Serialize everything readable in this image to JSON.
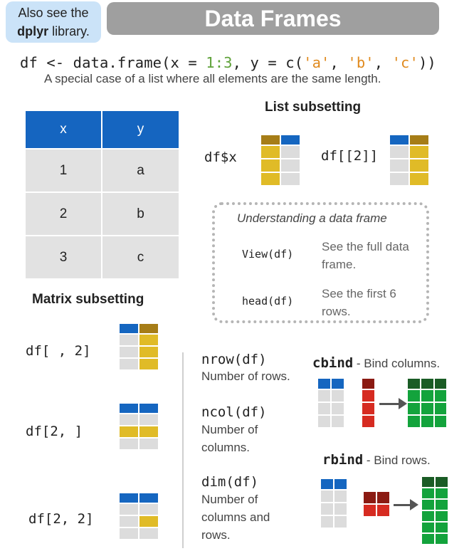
{
  "header": {
    "also_line1": "Also see the",
    "also_bold": "dplyr",
    "also_rest": " library.",
    "title": "Data Frames"
  },
  "intro": {
    "code_df": "df ",
    "code_arrow": "<- data.frame(x = ",
    "code_num": "1:3",
    "code_mid": ", y = c(",
    "code_a": "'a'",
    "code_c1": ", ",
    "code_b": "'b'",
    "code_c2": ", ",
    "code_c": "'c'",
    "code_end": "))",
    "description": "A special case of a list where all elements are the same length."
  },
  "table": {
    "headers": [
      "x",
      "y"
    ],
    "rows": [
      [
        "1",
        "a"
      ],
      [
        "2",
        "b"
      ],
      [
        "3",
        "c"
      ]
    ]
  },
  "list_subsetting": {
    "title": "List subsetting",
    "dollar": "df$x",
    "double_bracket": "df[[2]]"
  },
  "understanding": {
    "title": "Understanding a data frame",
    "view_code": "View(df)",
    "view_desc": "See the full data frame.",
    "view_desc_1": "See the full data",
    "view_desc_2": "frame.",
    "head_code": "head(df)",
    "head_desc_1": "See the first 6",
    "head_desc_2": "rows."
  },
  "matrix_subsetting": {
    "title": "Matrix subsetting",
    "col": "df[ , 2]",
    "row": "df[2, ]",
    "cell": "df[2, 2]"
  },
  "functions": {
    "nrow_code": "nrow(df)",
    "nrow_desc": "Number of rows.",
    "ncol_code": "ncol(df)",
    "ncol_desc_1": "Number of",
    "ncol_desc_2": "columns.",
    "dim_code": "dim(df)",
    "dim_desc_1": "Number of",
    "dim_desc_2": "columns and",
    "dim_desc_3": "rows."
  },
  "bind": {
    "cbind_code": "cbind",
    "cbind_desc": " - Bind columns.",
    "rbind_code": "rbind",
    "rbind_desc": " - Bind rows."
  },
  "colors": {
    "header_blue": "#1565c0",
    "title_gray": "#9f9f9f",
    "note_blue": "#cbe3f8",
    "yellow": "#e0bb27",
    "brown": "#a67d17",
    "green": "#13a33c",
    "red": "#d62b21"
  }
}
